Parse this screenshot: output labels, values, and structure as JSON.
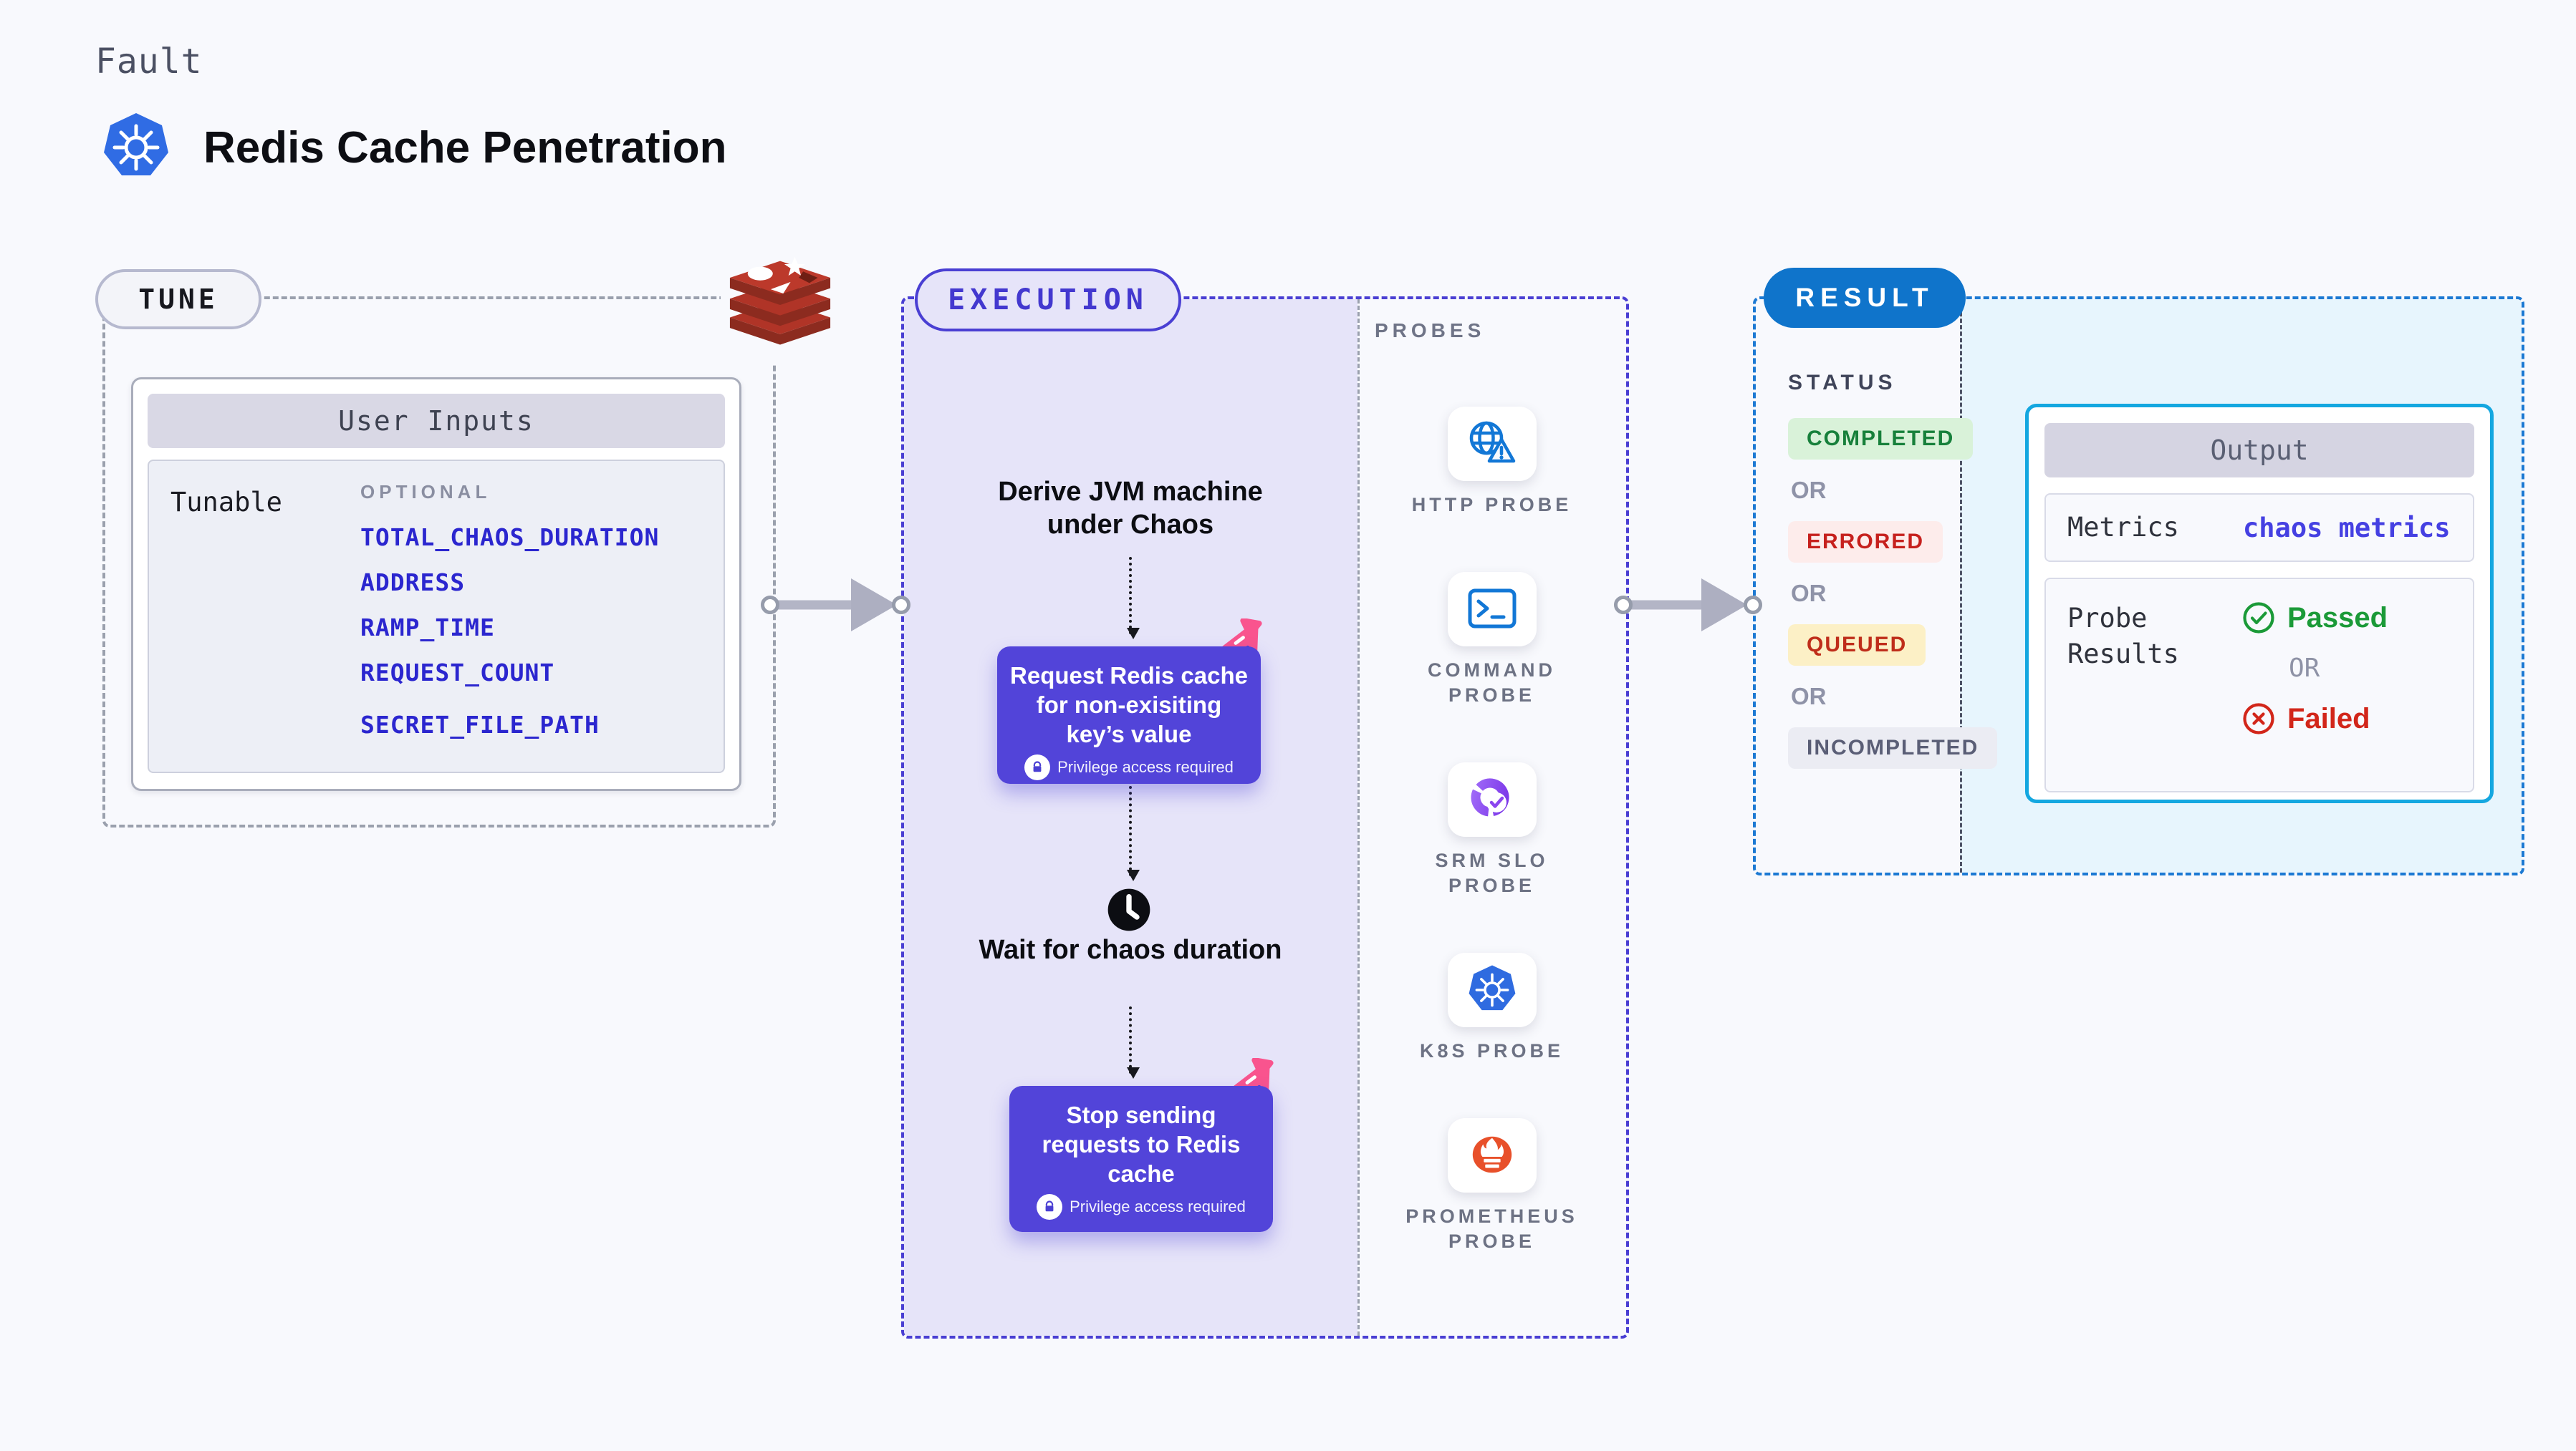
{
  "header": {
    "category_label": "Fault",
    "title": "Redis Cache Penetration"
  },
  "tune": {
    "pill_label": "TUNE",
    "user_inputs": {
      "title": "User Inputs",
      "row_label": "Tunable",
      "optional_label": "OPTIONAL",
      "inputs": [
        "TOTAL_CHAOS_DURATION",
        "ADDRESS",
        "RAMP_TIME",
        "REQUEST_COUNT",
        "SECRET_FILE_PATH"
      ]
    }
  },
  "execution": {
    "pill_label": "EXECUTION",
    "derive_step": "Derive JVM machine under Chaos",
    "request_step": {
      "text": "Request Redis cache for non-exisiting key’s value",
      "badge": "Privilege access required"
    },
    "wait_step": "Wait for chaos duration",
    "stop_step": {
      "text": "Stop sending requests to Redis cache",
      "badge": "Privilege access required"
    }
  },
  "probes": {
    "title": "PROBES",
    "items": [
      {
        "icon": "globe-warning-icon",
        "label": "HTTP PROBE"
      },
      {
        "icon": "terminal-icon",
        "label": "COMMAND PROBE"
      },
      {
        "icon": "slo-gauge-icon",
        "label": "SRM SLO PROBE"
      },
      {
        "icon": "kubernetes-icon",
        "label": "K8S PROBE"
      },
      {
        "icon": "prometheus-flame-icon",
        "label": "PROMETHEUS PROBE"
      }
    ]
  },
  "result": {
    "pill_label": "RESULT",
    "status_title": "STATUS",
    "or_label": "OR",
    "statuses": [
      {
        "label": "COMPLETED",
        "kind": "success"
      },
      {
        "label": "ERRORED",
        "kind": "error"
      },
      {
        "label": "QUEUED",
        "kind": "queued"
      },
      {
        "label": "INCOMPLETED",
        "kind": "incomplete"
      }
    ],
    "output": {
      "title": "Output",
      "metrics_label": "Metrics",
      "metrics_value": "chaos metrics",
      "probe_results_label": "Probe Results",
      "passed_label": "Passed",
      "or_label": "OR",
      "failed_label": "Failed"
    }
  },
  "colors": {
    "page_bg": "#f8f9fd",
    "indigo_border": "#4a3fd3",
    "indigo_fill": "#e6e4f9",
    "action_purple": "#5244d9",
    "pink_spark": "#f9548e",
    "result_blue": "#0f74cb",
    "result_dash_blue": "#1c79d3",
    "output_border_cyan": "#14a7e0",
    "result_fill_cyan": "#e7f5fd",
    "input_token_blue": "#2b26cf",
    "success_green": "#17803b",
    "error_red": "#c6201d",
    "queued_bg_yellow": "#fcf0c6",
    "passed_green": "#1b9a38",
    "failed_red": "#d2261a",
    "probe_icon_blue": "#1277d6",
    "prometheus_orange": "#e8502a",
    "kubernetes_blue": "#306ce4",
    "redis_red": "#bc392b"
  }
}
